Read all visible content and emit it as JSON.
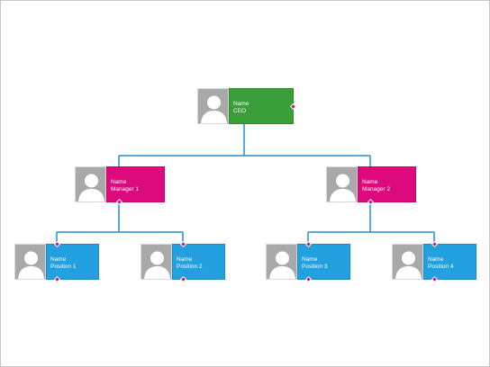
{
  "colors": {
    "ceo": "#3c9e38",
    "manager": "#dc0a7c",
    "position": "#22a0e0",
    "connector": "#1e90d0",
    "photo": "#a9a9a9",
    "handle": "#b2166d"
  },
  "nodes": {
    "ceo": {
      "name": "Name",
      "title": "CEO"
    },
    "manager1": {
      "name": "Name",
      "title": "Manager 1"
    },
    "manager2": {
      "name": "Name",
      "title": "Manager 2"
    },
    "position1": {
      "name": "Name",
      "title": "Position 1"
    },
    "position2": {
      "name": "Name",
      "title": "Position 2"
    },
    "position3": {
      "name": "Name",
      "title": "Position 3"
    },
    "position4": {
      "name": "Name",
      "title": "Position 4"
    }
  },
  "icons": {
    "photo": "person-silhouette-icon",
    "handle": "diamond-handle-icon"
  }
}
